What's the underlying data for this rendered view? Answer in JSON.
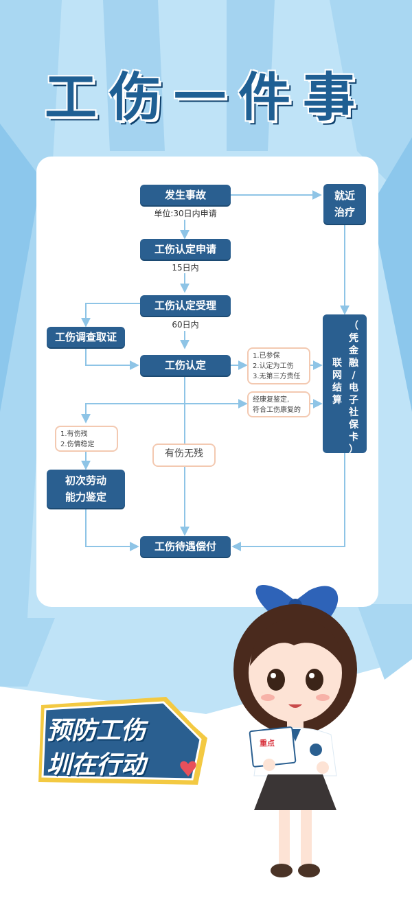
{
  "title": "工伤一件事",
  "flow": {
    "accident": "发生事故",
    "unit_note": "单位:30日内申请",
    "apply": "工伤认定申请",
    "note_15": "15日内",
    "accept": "工伤认定受理",
    "note_60": "60日内",
    "investigate": "工伤调查取证",
    "recognition": "工伤认定",
    "treatment_line1": "就近",
    "treatment_line2": "治疗",
    "cond1_line1": "1.已参保",
    "cond1_line2": "2.认定为工伤",
    "cond1_line3": "3.无第三方责任",
    "cond2_line1": "经康复鉴定,",
    "cond2_line2": "符合工伤康复的",
    "cond3_line1": "1.有伤残",
    "cond3_line2": "2.伤情稳定",
    "no_disability": "有伤无残",
    "appraisal_line1": "初次劳动",
    "appraisal_line2": "能力鉴定",
    "payment": "工伤待遇偿付",
    "settlement_col1": [
      "（",
      "凭",
      "金",
      "融",
      "/",
      "电",
      "子",
      "社",
      "保",
      "卡",
      "）"
    ],
    "settlement_col2": [
      "联",
      "网",
      "结",
      "算"
    ]
  },
  "slogan_line1": "预防工伤",
  "slogan_line2": "圳在行动",
  "book_label": "重点",
  "colors": {
    "primary": "#2a5f90",
    "arrow": "#8ec4e6",
    "condition_border": "#f3c9b1"
  }
}
